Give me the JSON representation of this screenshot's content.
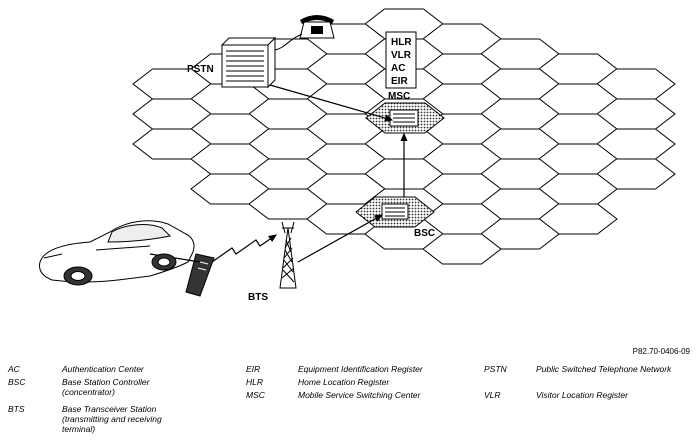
{
  "diagram": {
    "labels": {
      "pstn": "PSTN",
      "msc": "MSC",
      "bsc": "BSC",
      "bts": "BTS",
      "hlr": "HLR",
      "vlr": "VLR",
      "ac": "AC",
      "eir": "EIR"
    },
    "figure_code": "P82.70-0406-09"
  },
  "legend": [
    {
      "abbr": "AC",
      "definition": "Authentication Center"
    },
    {
      "abbr": "BSC",
      "definition": "Base Station Controller (concentrator)"
    },
    {
      "abbr": "BTS",
      "definition": "Base Transceiver Station (transmitting and receiving terminal)"
    },
    {
      "abbr": "EIR",
      "definition": "Equipment Identification Register"
    },
    {
      "abbr": "HLR",
      "definition": "Home Location Register"
    },
    {
      "abbr": "MSC",
      "definition": "Mobile Service Switching Center"
    },
    {
      "abbr": "PSTN",
      "definition": "Public Switched Telephone Network"
    },
    {
      "abbr": "VLR",
      "definition": "Visitor Location Register"
    }
  ],
  "colors": {
    "line": "#000000",
    "background": "#ffffff",
    "shade": "#555555"
  }
}
